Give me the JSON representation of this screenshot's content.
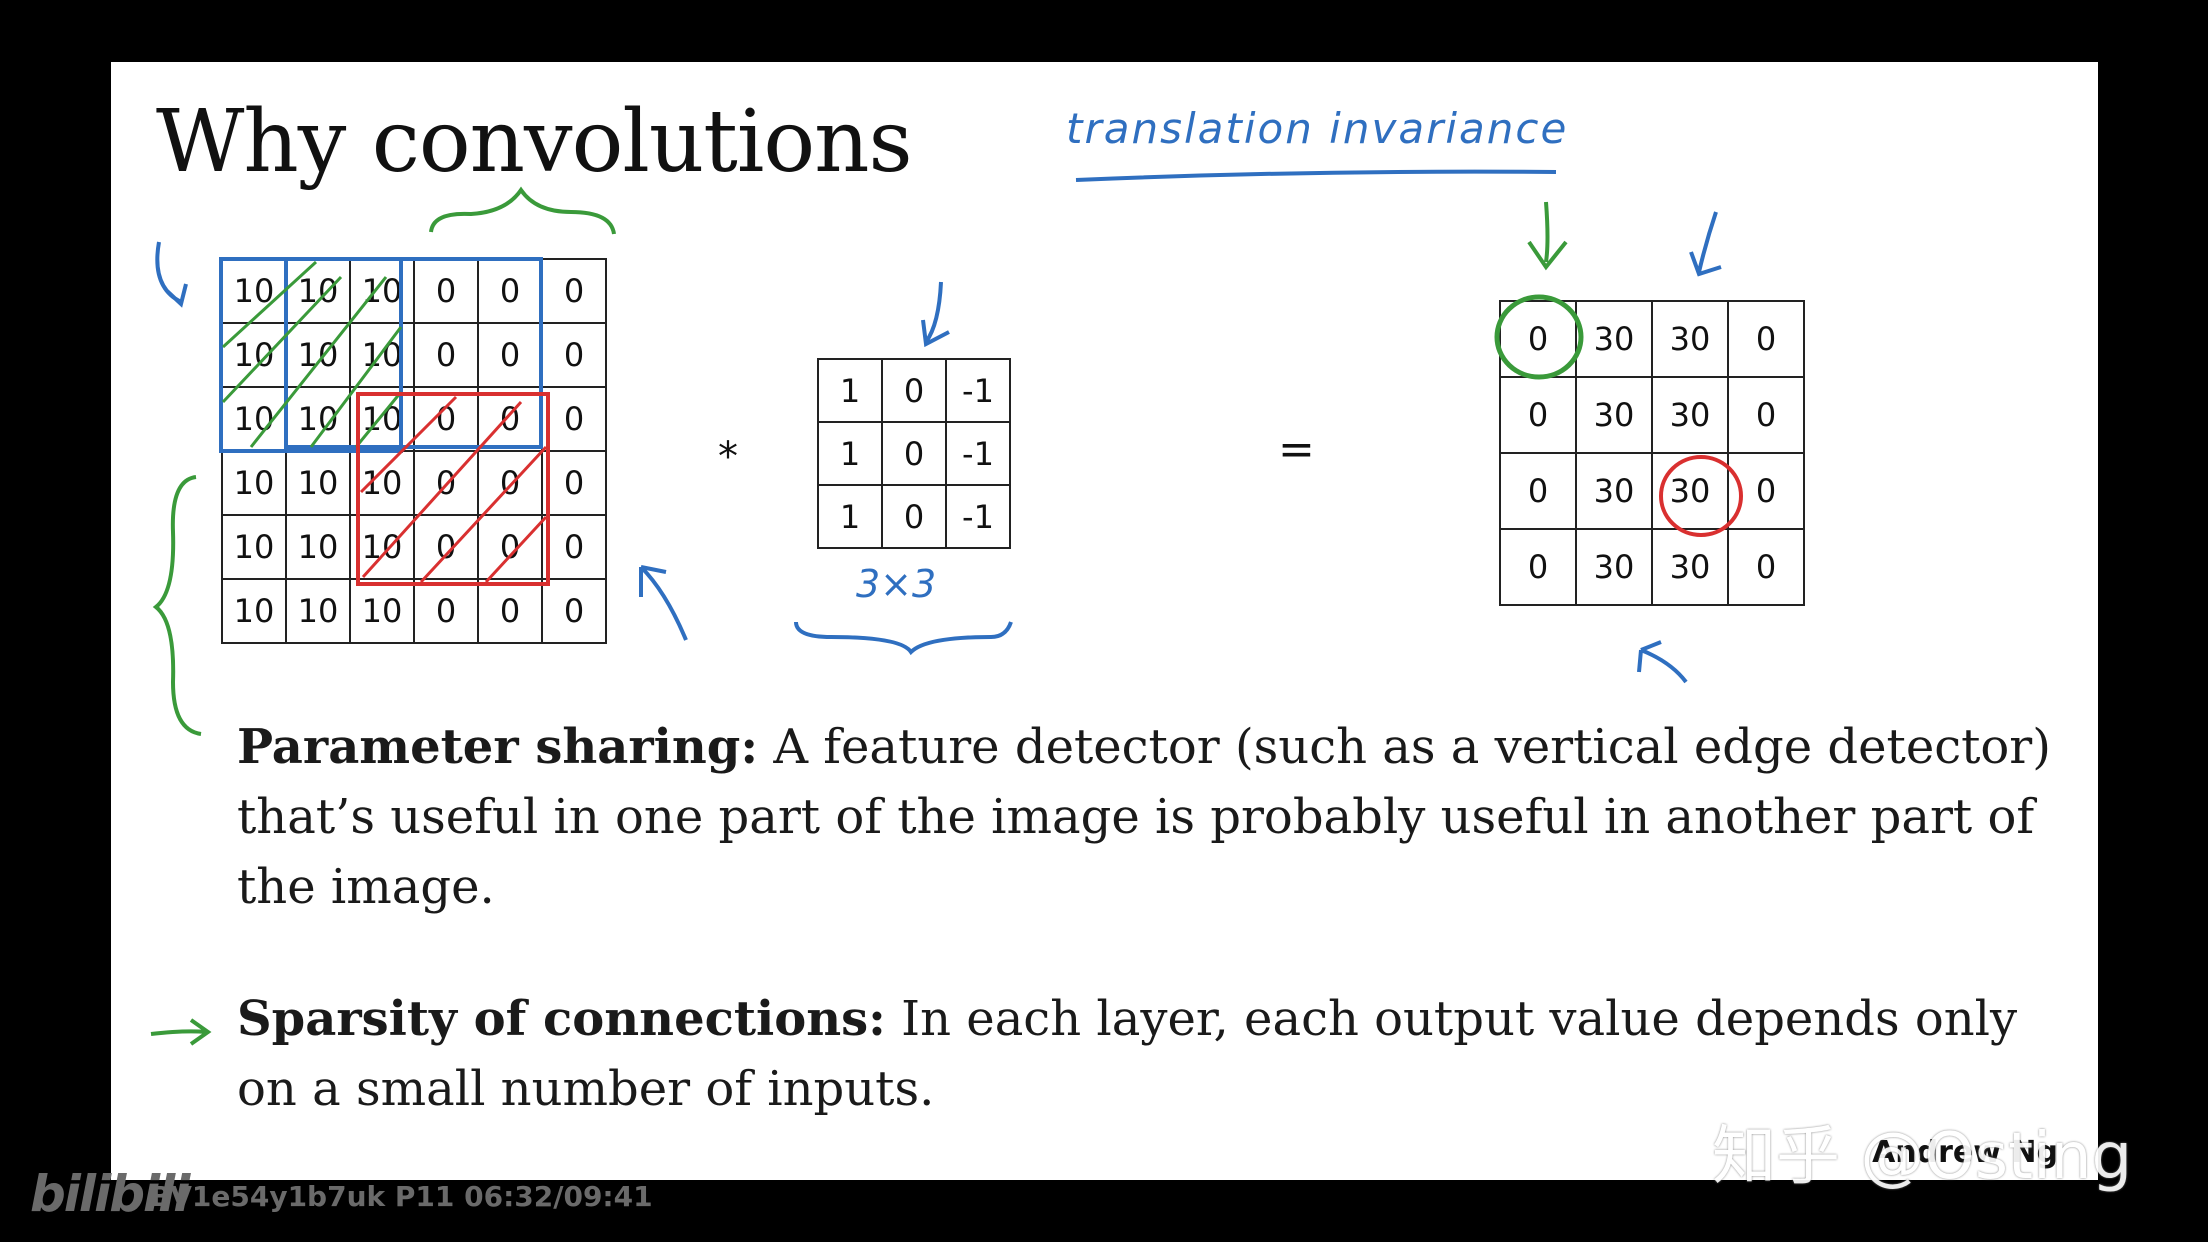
{
  "slide": {
    "title": "Why convolutions",
    "input_matrix": [
      [
        "10",
        "10",
        "10",
        "0",
        "0",
        "0"
      ],
      [
        "10",
        "10",
        "10",
        "0",
        "0",
        "0"
      ],
      [
        "10",
        "10",
        "10",
        "0",
        "0",
        "0"
      ],
      [
        "10",
        "10",
        "10",
        "0",
        "0",
        "0"
      ],
      [
        "10",
        "10",
        "10",
        "0",
        "0",
        "0"
      ],
      [
        "10",
        "10",
        "10",
        "0",
        "0",
        "0"
      ]
    ],
    "conv_operator": "*",
    "filter_matrix": [
      [
        "1",
        "0",
        "-1"
      ],
      [
        "1",
        "0",
        "-1"
      ],
      [
        "1",
        "0",
        "-1"
      ]
    ],
    "equals_operator": "=",
    "output_matrix": [
      [
        "0",
        "30",
        "30",
        "0"
      ],
      [
        "0",
        "30",
        "30",
        "0"
      ],
      [
        "0",
        "30",
        "30",
        "0"
      ],
      [
        "0",
        "30",
        "30",
        "0"
      ]
    ],
    "handwritten": {
      "translation_note": "translation invariance",
      "filter_size": "3×3"
    },
    "parameter_sharing": {
      "heading": "Parameter sharing:",
      "text": " A feature detector (such as a vertical edge detector) that’s useful in one part of the image is probably useful in another part of the image."
    },
    "sparsity": {
      "heading": "Sparsity of connections:",
      "text": " In each layer, each output value depends only on a small number of inputs."
    },
    "credit": "Andrew Ng"
  },
  "video_overlay": {
    "logo": "bilibili",
    "id_time": "BV1e54y1b7uk P11 06:32/09:41"
  },
  "watermark": "知乎 @Osting",
  "colors": {
    "background": "#000000",
    "slide": "#ffffff",
    "ink_blue": "#2f6fc0",
    "ink_green": "#3a9a3a",
    "ink_red": "#d93030"
  }
}
